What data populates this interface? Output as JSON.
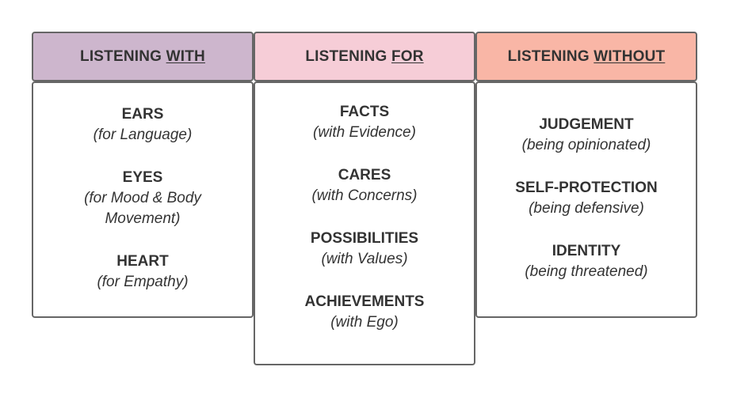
{
  "colors": {
    "with_header": "#cdb6cd",
    "for_header": "#f6cdd7",
    "without_header": "#f9b6a6",
    "border": "#666666",
    "text": "#333333"
  },
  "columns": [
    {
      "header_prefix": "LISTENING ",
      "header_emphasis": "WITH",
      "items": [
        {
          "title": "EARS",
          "sub": "(for Language)"
        },
        {
          "title": "EYES",
          "sub": "(for Mood & Body",
          "sub2": "Movement)"
        },
        {
          "title": "HEART",
          "sub": "(for Empathy)"
        }
      ]
    },
    {
      "header_prefix": "LISTENING ",
      "header_emphasis": "FOR",
      "items": [
        {
          "title": "FACTS",
          "sub": "(with Evidence)"
        },
        {
          "title": "CARES",
          "sub": "(with Concerns)"
        },
        {
          "title": "POSSIBILITIES",
          "sub": "(with Values)"
        },
        {
          "title": "ACHIEVEMENTS",
          "sub": "(with Ego)"
        }
      ]
    },
    {
      "header_prefix": "LISTENING ",
      "header_emphasis": "WITHOUT",
      "items": [
        {
          "title": "JUDGEMENT",
          "sub": "(being opinionated)"
        },
        {
          "title": "SELF-PROTECTION",
          "sub": "(being defensive)"
        },
        {
          "title": "IDENTITY",
          "sub": "(being threatened)"
        }
      ]
    }
  ]
}
